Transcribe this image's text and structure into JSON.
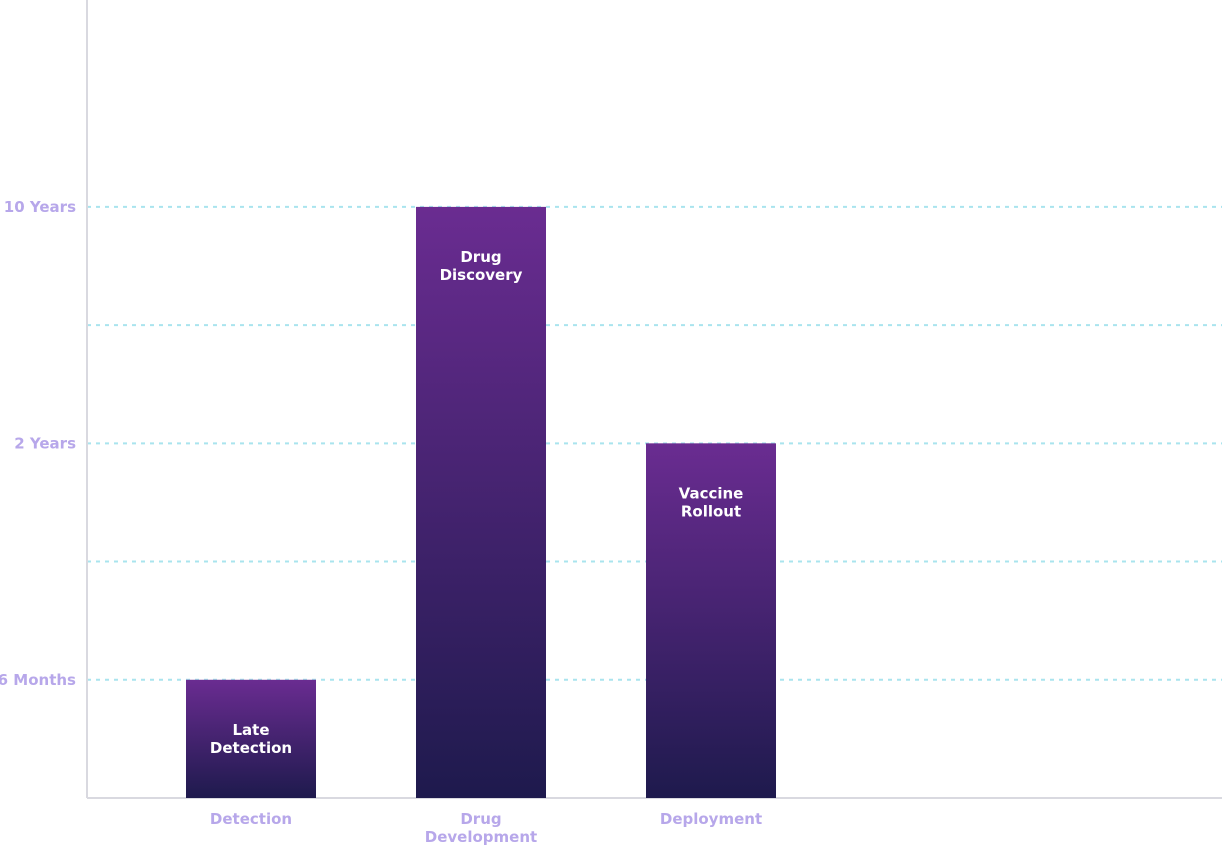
{
  "chart_data": {
    "type": "bar",
    "categories": [
      [
        "Detection"
      ],
      [
        "Drug",
        "Development"
      ],
      [
        "Deployment"
      ]
    ],
    "bar_labels": [
      [
        "Late",
        "Detection"
      ],
      [
        "Drug",
        "Discovery"
      ],
      [
        "Vaccine",
        "Rollout"
      ]
    ],
    "y_ticks": [
      "6 Months",
      "",
      "2 Years",
      "",
      "10 Years"
    ],
    "values_tick_index": [
      0,
      4,
      2
    ],
    "ylim_tick_index": [
      -1,
      5.75
    ],
    "grid": true,
    "colors": {
      "bar_top": "#6A2C91",
      "bar_bottom": "#1E1A4D",
      "grid": "#A9E4EE",
      "axis": "#D9D9E0",
      "tick_text": "#B7A7EA",
      "category_text": "#B7A7EA",
      "bar_text": "#FFFFFF"
    }
  }
}
